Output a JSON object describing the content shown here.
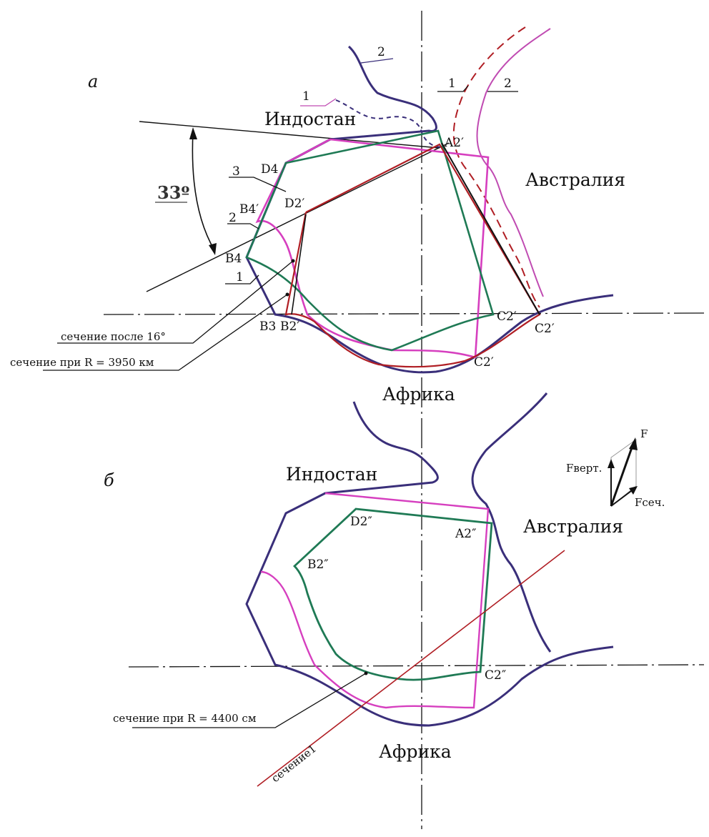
{
  "panel_a": {
    "letter": "а",
    "region_top": "Индостан",
    "region_right": "Австралия",
    "region_bottom": "Африка",
    "angle": "33º",
    "points": {
      "a2": "A2′",
      "d4": "D4",
      "d2": "D2′",
      "b4p": "B4′",
      "b4": "B4",
      "b3": "B3",
      "b2": "B2′",
      "c2_inner": "C2′",
      "c2_right": "C2′",
      "c2_bottom": "C2′"
    },
    "line_tags": {
      "t1_left": "1",
      "t2_left": "2",
      "t3_left": "3",
      "t1_lower": "1",
      "t2_top": "2",
      "t1_right": "1",
      "t2_right": "2"
    },
    "callout_after": "сечение после 16°",
    "callout_R": "сечение при R = 3950 км"
  },
  "panel_b": {
    "letter": "б",
    "region_top": "Индостан",
    "region_right": "Австралия",
    "region_bottom": "Африка",
    "points": {
      "d2": "D2″",
      "a2": "A2″",
      "b2": "B2″",
      "c2": "C2″"
    },
    "callout_R": "сечение при R = 4400 см",
    "section_label": "сечение1"
  },
  "force_diagram": {
    "f": "F",
    "f_vert": "Fверт.",
    "f_sec": "Fсеч."
  },
  "colors": {
    "outline": "#3a2f7a",
    "magenta": "#d63fbf",
    "green": "#1f7a55",
    "red": "#b01e24",
    "black": "#111111"
  }
}
